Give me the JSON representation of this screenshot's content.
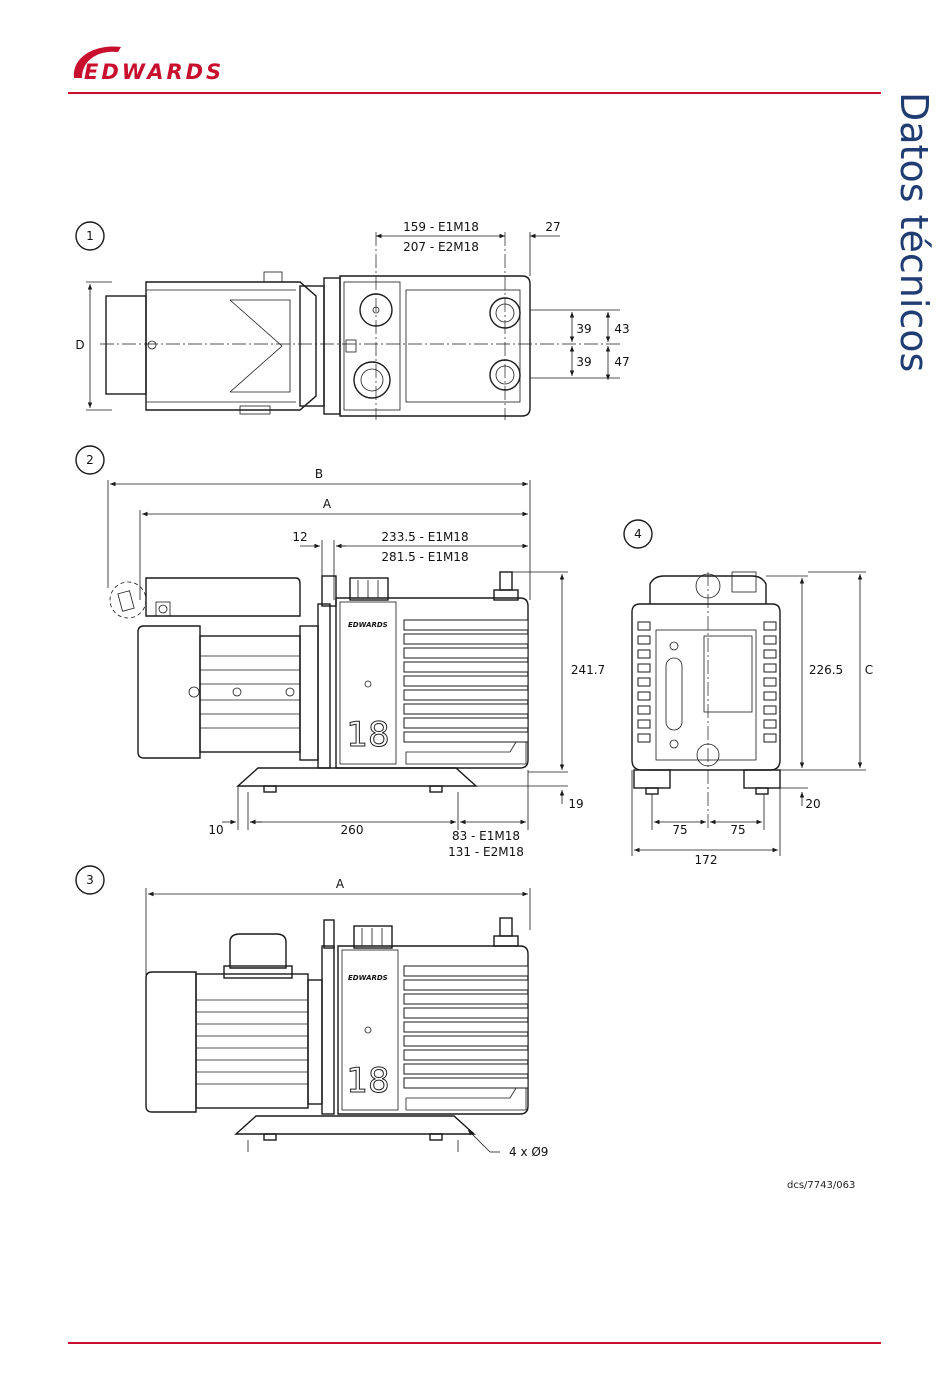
{
  "brand": {
    "name": "EDWARDS",
    "color": "#c8102e"
  },
  "side_title": "Datos técnicos",
  "side_title_color": "#1f3d73",
  "drawing_ref": "dcs/7743/063",
  "views": [
    {
      "number": "1"
    },
    {
      "number": "2"
    },
    {
      "number": "3"
    },
    {
      "number": "4"
    }
  ],
  "dimensions": {
    "v1_inlet_e1": "159 - E1M18",
    "v1_inlet_e2": "207 - E2M18",
    "v1_27": "27",
    "v1_D": "D",
    "v1_39a": "39",
    "v1_39b": "39",
    "v1_43": "43",
    "v1_47": "47",
    "v2_B": "B",
    "v2_A": "A",
    "v2_12": "12",
    "v2_e1": "233.5 - E1M18",
    "v2_e2": "281.5 - E1M18",
    "v2_height": "241.7",
    "v2_19": "19",
    "v2_10": "10",
    "v2_260": "260",
    "v2_83": "83 - E1M18",
    "v2_131": "131 - E2M18",
    "v3_A": "A",
    "v3_feet": "4 x Ø9",
    "v4_height": "226.5",
    "v4_C": "C",
    "v4_20": "20",
    "v4_75a": "75",
    "v4_75b": "75",
    "v4_172": "172"
  },
  "nameplate": {
    "model": "18",
    "maker": "EDWARDS"
  }
}
